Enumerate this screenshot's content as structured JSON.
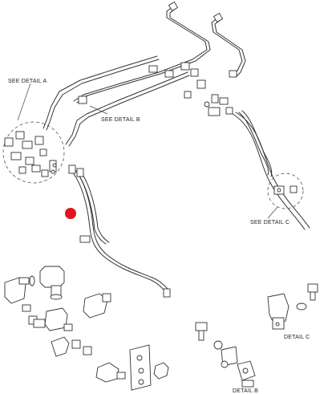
{
  "callouts": {
    "detail_a": "SEE DETAIL A",
    "detail_b": "SEE DETAIL B",
    "detail_c": "SEE DETAIL C",
    "detail_c_label": "DETAIL C",
    "detail_b_label": "DETAIL B"
  },
  "marker": {
    "color": "#e0141e"
  }
}
